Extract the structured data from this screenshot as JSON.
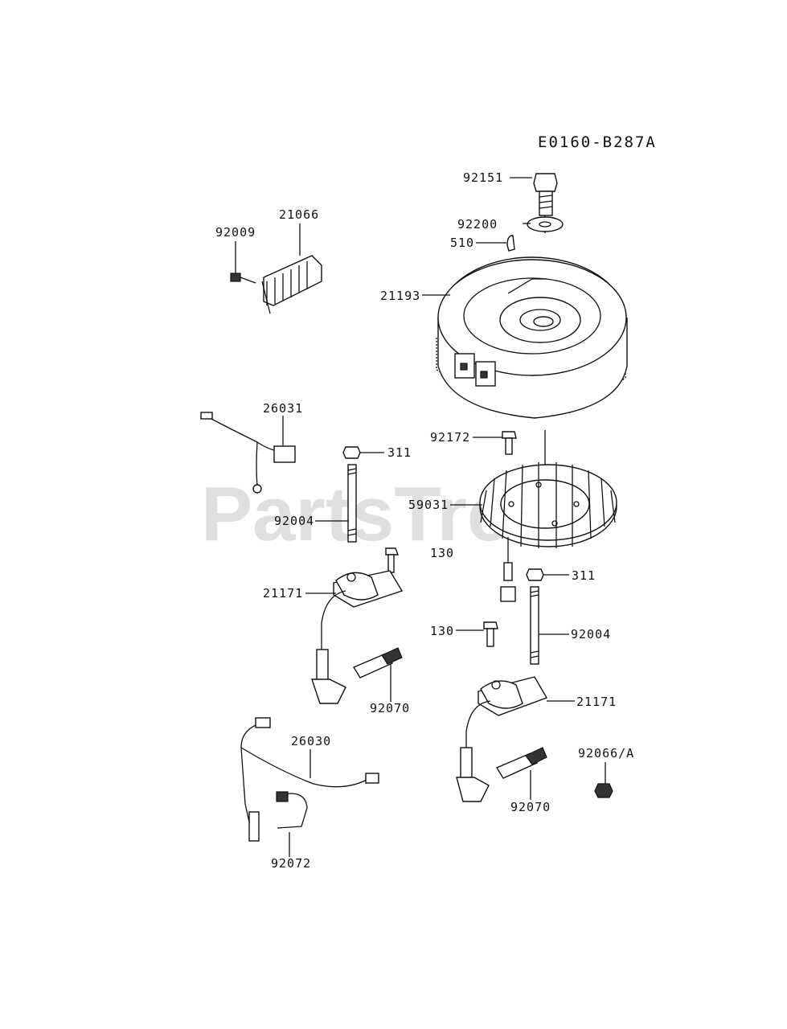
{
  "diagram": {
    "ref_code": "E0160-B287A",
    "watermark": "PartsTree",
    "parts": [
      {
        "id": "p92151",
        "label": "92151"
      },
      {
        "id": "p92200",
        "label": "92200"
      },
      {
        "id": "p510",
        "label": "510"
      },
      {
        "id": "p21193",
        "label": "21193"
      },
      {
        "id": "p21066",
        "label": "21066"
      },
      {
        "id": "p92009",
        "label": "92009"
      },
      {
        "id": "p26031",
        "label": "26031"
      },
      {
        "id": "p311a",
        "label": "311"
      },
      {
        "id": "p92004a",
        "label": "92004"
      },
      {
        "id": "p21171a",
        "label": "21171"
      },
      {
        "id": "p92070a",
        "label": "92070"
      },
      {
        "id": "p92172",
        "label": "92172"
      },
      {
        "id": "p59031",
        "label": "59031"
      },
      {
        "id": "p130a",
        "label": "130"
      },
      {
        "id": "p311b",
        "label": "311"
      },
      {
        "id": "p130b",
        "label": "130"
      },
      {
        "id": "p92004b",
        "label": "92004"
      },
      {
        "id": "p21171b",
        "label": "21171"
      },
      {
        "id": "p92066",
        "label": "92066/A"
      },
      {
        "id": "p92070b",
        "label": "92070"
      },
      {
        "id": "p26030",
        "label": "26030"
      },
      {
        "id": "p92072",
        "label": "92072"
      }
    ]
  }
}
